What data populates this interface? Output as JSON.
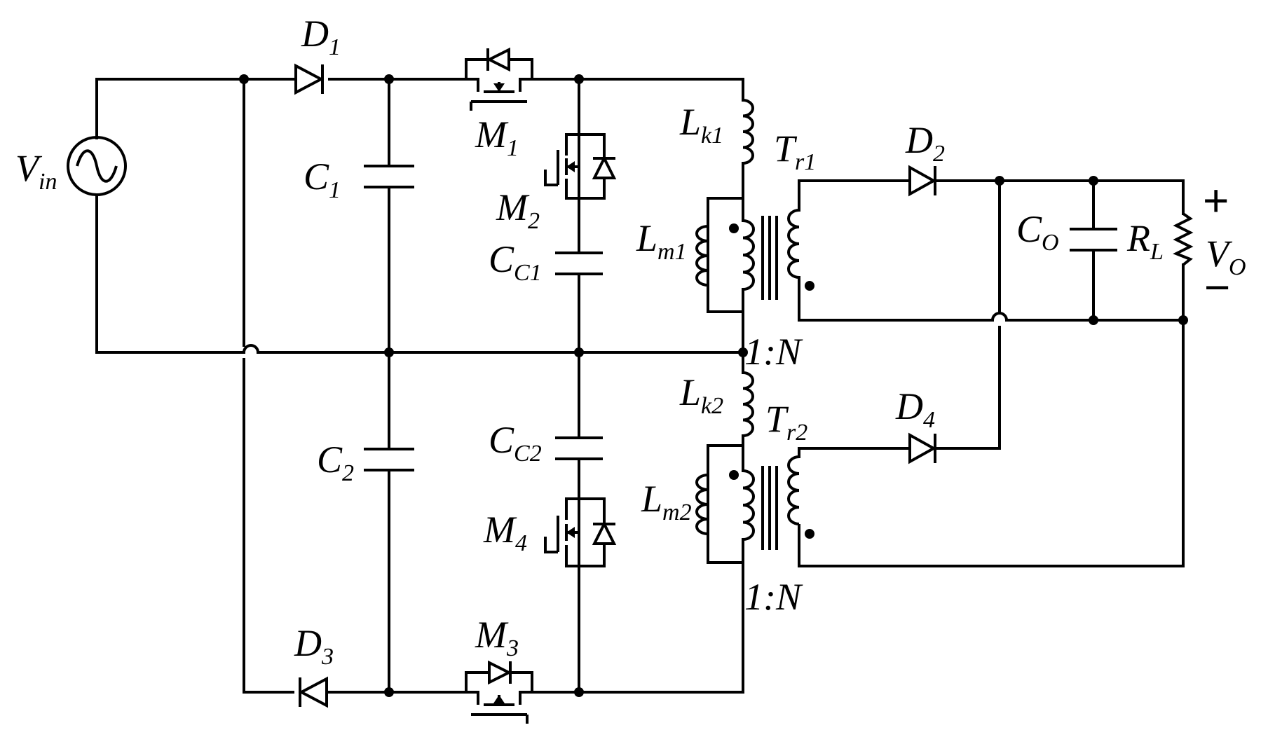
{
  "labels": {
    "vin": {
      "main": "V",
      "sub": "in"
    },
    "d1": {
      "main": "D",
      "sub": "1"
    },
    "d2": {
      "main": "D",
      "sub": "2"
    },
    "d3": {
      "main": "D",
      "sub": "3"
    },
    "d4": {
      "main": "D",
      "sub": "4"
    },
    "c1": {
      "main": "C",
      "sub": "1"
    },
    "c2": {
      "main": "C",
      "sub": "2"
    },
    "cc1": {
      "main": "C",
      "sub": "C1"
    },
    "cc2": {
      "main": "C",
      "sub": "C2"
    },
    "co": {
      "main": "C",
      "sub": "O"
    },
    "m1": {
      "main": "M",
      "sub": "1"
    },
    "m2": {
      "main": "M",
      "sub": "2"
    },
    "m3": {
      "main": "M",
      "sub": "3"
    },
    "m4": {
      "main": "M",
      "sub": "4"
    },
    "lk1": {
      "main": "L",
      "sub": "k1"
    },
    "lk2": {
      "main": "L",
      "sub": "k2"
    },
    "lm1": {
      "main": "L",
      "sub": "m1"
    },
    "lm2": {
      "main": "L",
      "sub": "m2"
    },
    "tr1": {
      "main": "T",
      "sub": "r1"
    },
    "tr2": {
      "main": "T",
      "sub": "r2"
    },
    "rl": {
      "main": "R",
      "sub": "L"
    },
    "vo": {
      "main": "V",
      "sub": "O"
    },
    "ratio1": "1:N",
    "ratio2": "1:N",
    "plus": "+",
    "minus": "−"
  },
  "icons": [
    "ac-source-icon",
    "diode-icon",
    "capacitor-icon",
    "mosfet-icon",
    "inductor-icon",
    "transformer-icon",
    "resistor-icon"
  ]
}
